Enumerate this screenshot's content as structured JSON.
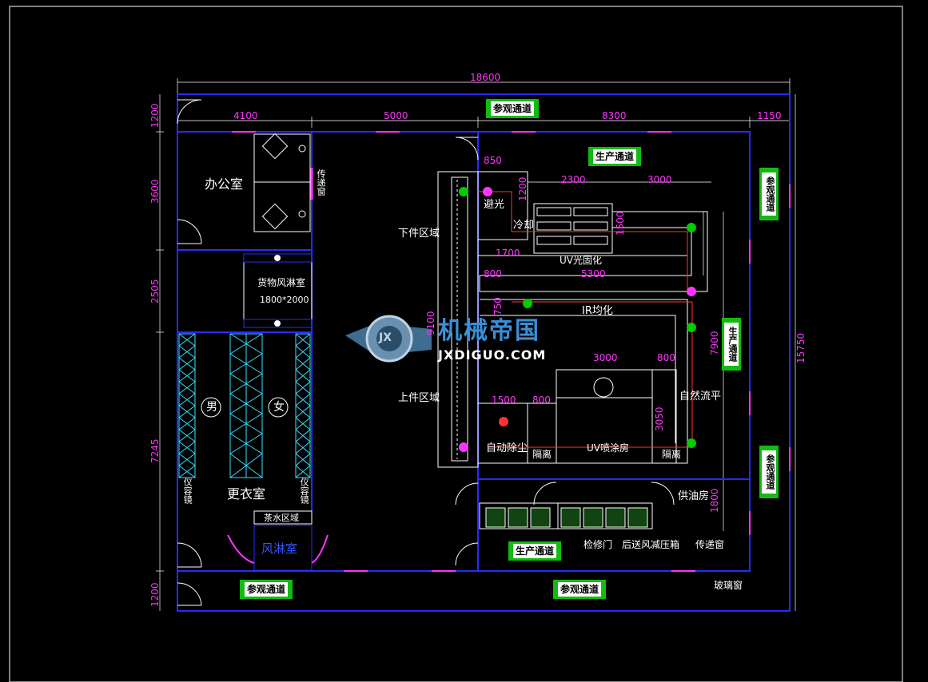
{
  "colors": {
    "background": "#000000",
    "walls": "#2a2aff",
    "dimensions": "#ff33ff",
    "labels": "#ffffff",
    "signs": "#11bb11",
    "locker": "#37e0ff",
    "watermark": "#3a8fd6"
  },
  "dimensions": {
    "overall_width": "18600",
    "overall_height": "15750",
    "top_corridor": "1200",
    "bottom_corridor": "1200",
    "seg_4100": "4100",
    "seg_5000": "5000",
    "seg_8300": "8300",
    "seg_1150": "1150",
    "left_3600": "3600",
    "left_2505": "2505",
    "left_7245": "7245",
    "d_850": "850",
    "d_1200": "1200",
    "d_2300": "2300",
    "d_3000a": "3000",
    "d_1500a": "1500",
    "d_1700": "1700",
    "d_800a": "800",
    "d_5300": "5300",
    "d_750": "750",
    "d_9100": "9100",
    "d_3000b": "3000",
    "d_800b": "800",
    "d_1500b": "1500",
    "d_800c": "800",
    "d_3050": "3050",
    "d_7900": "7900",
    "d_1800": "1800"
  },
  "rooms": {
    "office": "办公室",
    "pass_window_vertical": "传递窗",
    "cargo_shower": "货物风淋室",
    "cargo_shower_size": "1800*2000",
    "male": "男",
    "female": "女",
    "changing_room": "更衣室",
    "mirror_left": "仪容镜",
    "mirror_right": "仪容镜",
    "tea_area": "茶水区域",
    "air_shower": "风淋室",
    "unload_area": "下件区域",
    "load_area": "上件区域",
    "shade": "避光",
    "cooling": "冷却",
    "uv_cure": "UV光固化",
    "ir_level": "IR均化",
    "natural_level": "自然流平",
    "auto_dust": "自动除尘",
    "isolation_left": "隔离",
    "uv_spray": "UV喷涂房",
    "isolation_right": "隔离",
    "oil_supply": "供油房",
    "repair_door": "检修门",
    "rear_air_box": "后送风减压箱",
    "pass_window": "传递窗",
    "glass_window": "玻璃窗"
  },
  "signs": {
    "visit_top": "参观通道",
    "visit_bottom_left": "参观通道",
    "visit_bottom_mid": "参观通道",
    "visit_right_top": "参观通道",
    "visit_right_bottom": "参观通道",
    "production_top": "生产通道",
    "production_right": "生产通道",
    "production_bottom": "生产通道"
  },
  "watermark": {
    "logo_letters": "JX",
    "name": "机械帝国",
    "url": "JXDIGUO.COM"
  }
}
